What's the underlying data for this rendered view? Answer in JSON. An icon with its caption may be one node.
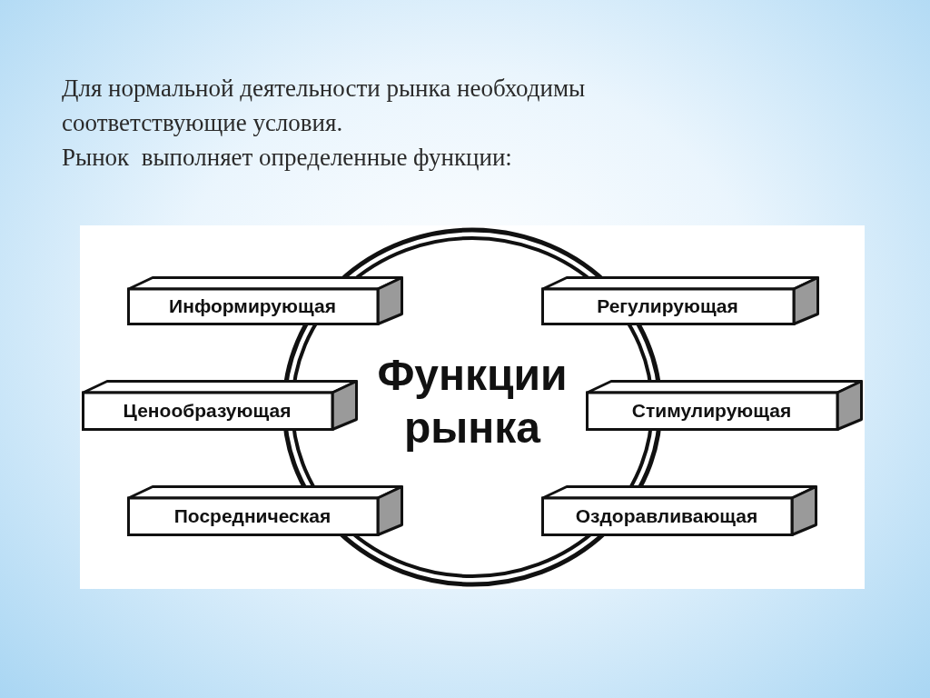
{
  "diagram": {
    "title": "Для нормальной деятельности рынка необходимы соответствующие условия.",
    "labels": [
      "Рынок  выполняет определенные функции:"
    ],
    "nodes": [
      {
        "text": [
          "Функции рынка"
        ]
      },
      {
        "text": [
          "Информирующая"
        ]
      },
      {
        "text": [
          "Регулирующая"
        ]
      },
      {
        "text": [
          "Ценообразующая"
        ]
      },
      {
        "text": [
          "Стимулирующая"
        ]
      },
      {
        "text": [
          "Посредническая"
        ]
      },
      {
        "text": [
          "Оздоравливающая"
        ]
      }
    ]
  }
}
